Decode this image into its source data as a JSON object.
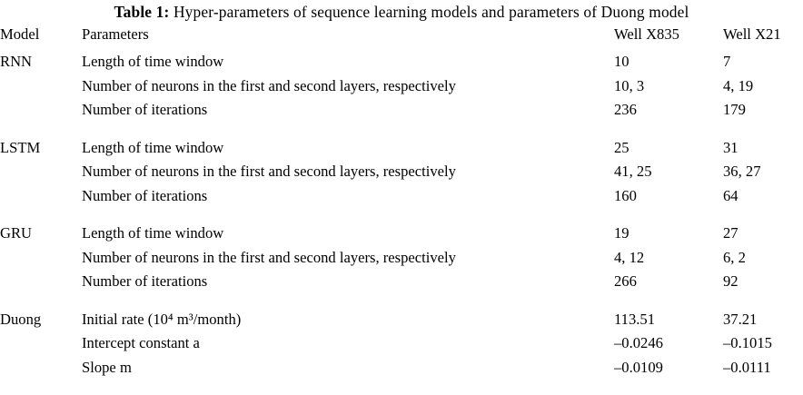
{
  "caption": {
    "label": "Table 1:",
    "text": "Hyper-parameters of sequence learning models and parameters of Duong model"
  },
  "table": {
    "headers": {
      "model": "Model",
      "parameters": "Parameters",
      "well1": "Well X835",
      "well2": "Well X21"
    },
    "sections": [
      {
        "model": "RNN",
        "rows": [
          {
            "parameter": "Length of time window",
            "well1": "10",
            "well2": "7"
          },
          {
            "parameter": "Number of neurons in the first and second layers, respectively",
            "well1": "10, 3",
            "well2": "4, 19"
          },
          {
            "parameter": "Number of iterations",
            "well1": "236",
            "well2": "179"
          }
        ]
      },
      {
        "model": "LSTM",
        "rows": [
          {
            "parameter": "Length of time window",
            "well1": "25",
            "well2": "31"
          },
          {
            "parameter": "Number of neurons in the first and second layers, respectively",
            "well1": "41, 25",
            "well2": "36, 27"
          },
          {
            "parameter": "Number of iterations",
            "well1": "160",
            "well2": "64"
          }
        ]
      },
      {
        "model": "GRU",
        "rows": [
          {
            "parameter": "Length of time window",
            "well1": "19",
            "well2": "27"
          },
          {
            "parameter": "Number of neurons in the first and second layers, respectively",
            "well1": "4, 12",
            "well2": "6, 2"
          },
          {
            "parameter": "Number of iterations",
            "well1": "266",
            "well2": "92"
          }
        ]
      },
      {
        "model": "Duong",
        "rows": [
          {
            "parameter": "Initial rate (10⁴ m³/month)",
            "well1": "113.51",
            "well2": "37.21"
          },
          {
            "parameter": "Intercept constant a",
            "well1": "–0.0246",
            "well2": "–0.1015"
          },
          {
            "parameter": "Slope m",
            "well1": "–0.0109",
            "well2": "–0.0111"
          }
        ]
      }
    ]
  },
  "style": {
    "rule_color": "#b4b4b4",
    "text_color": "#000000",
    "background": "#ffffff"
  }
}
